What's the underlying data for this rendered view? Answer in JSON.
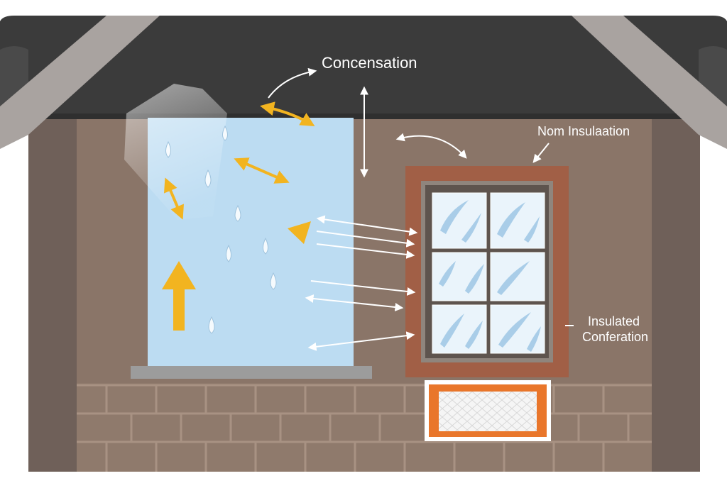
{
  "labels": {
    "condensation": "Concensation",
    "non_insulation": "Nom Insulaation",
    "insulated_line1": "Insulated",
    "insulated_line2": "Conferation"
  },
  "colors": {
    "wall": "#8a7568",
    "roof": "#3a3a3a",
    "glass": "#bcdcf2",
    "window_frame": "#a15f46",
    "brick_insulation": "#e9762b",
    "heat_arrow": "#f2b420",
    "annotation": "#ffffff"
  }
}
